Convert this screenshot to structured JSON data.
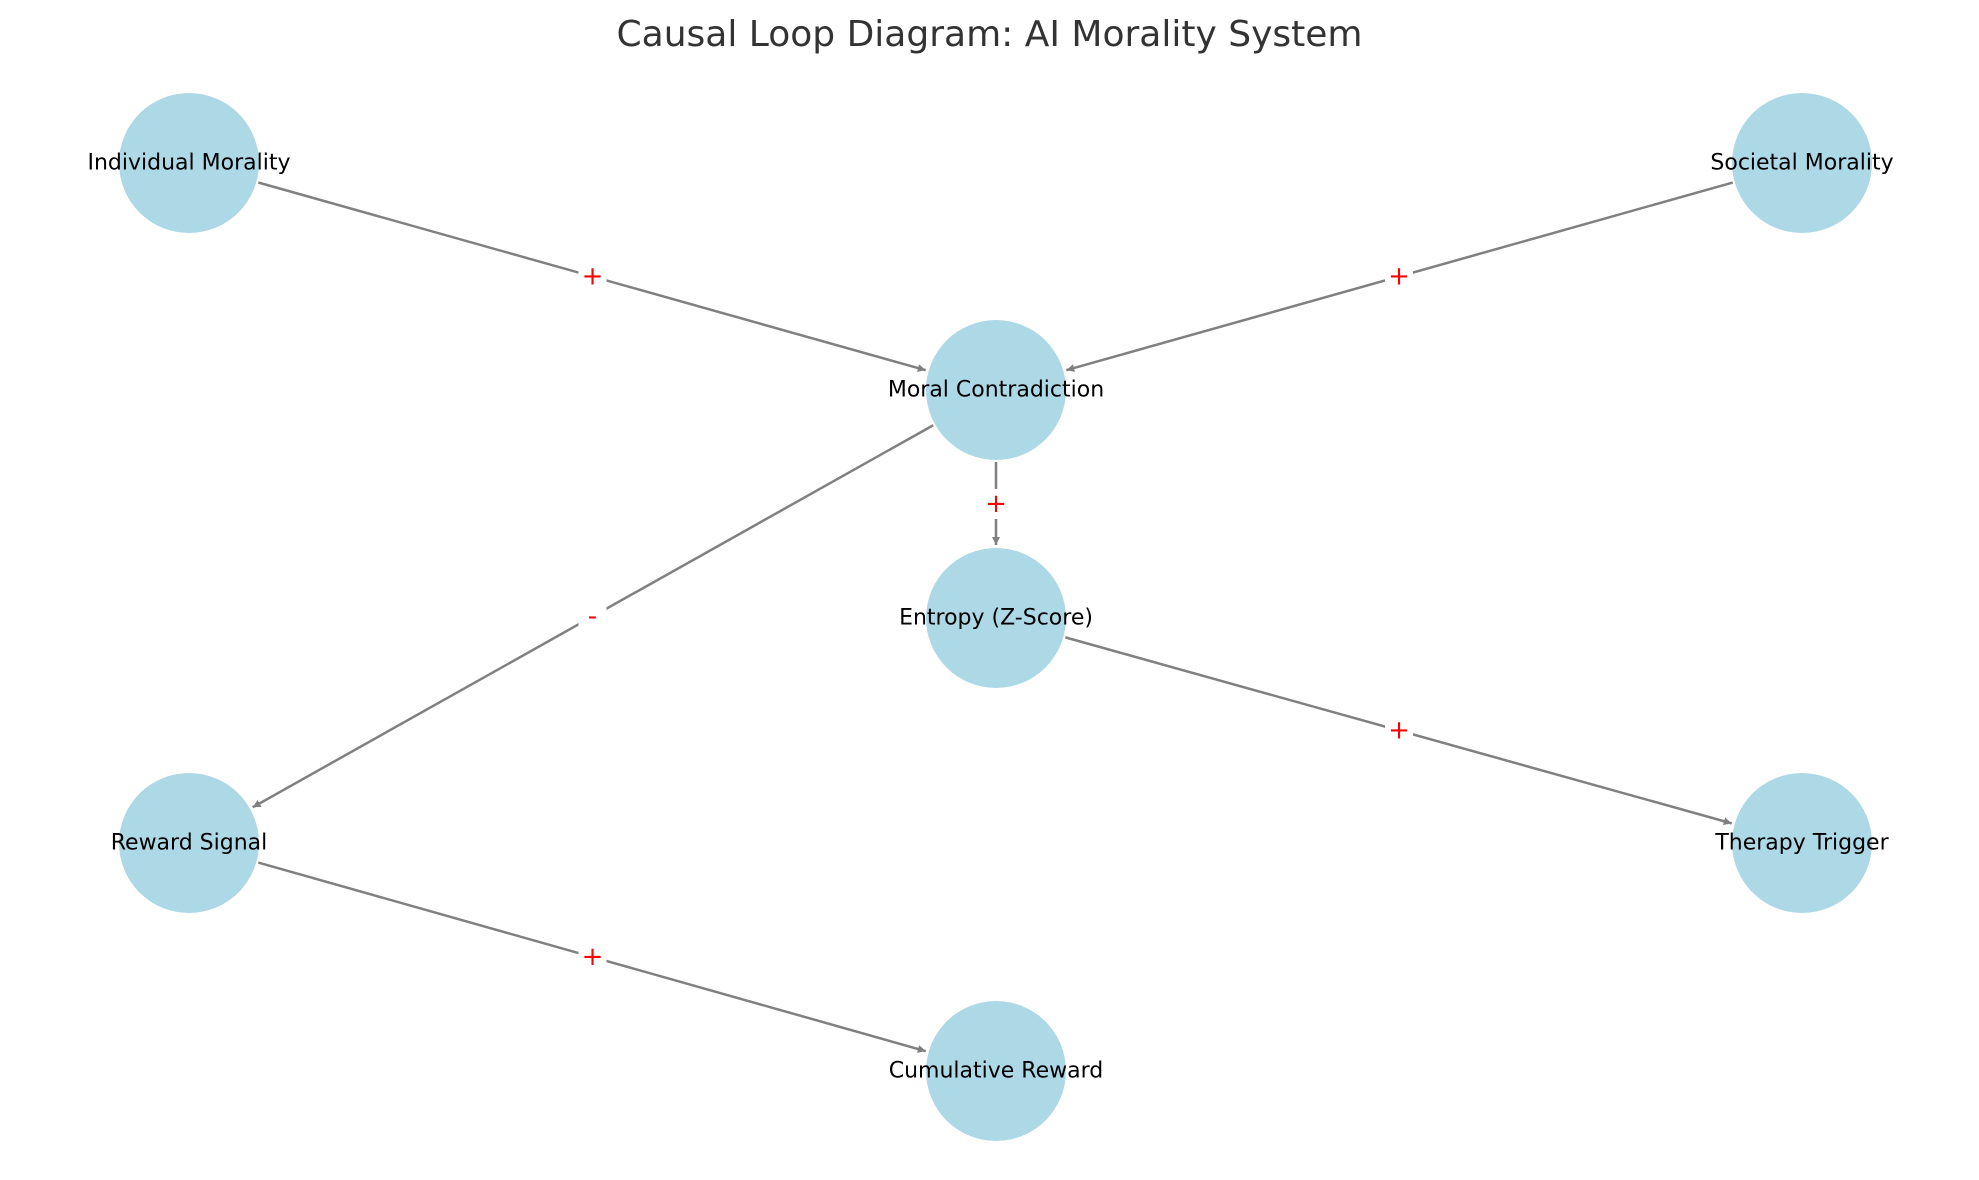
{
  "title": "Causal Loop Diagram: AI Morality System",
  "colors": {
    "node_fill": "#add8e6",
    "edge": "#808080",
    "sign": "#ff0000",
    "title": "#333333"
  },
  "nodes": [
    {
      "id": "individual",
      "label": "Individual Morality"
    },
    {
      "id": "societal",
      "label": "Societal Morality"
    },
    {
      "id": "contradiction",
      "label": "Moral Contradiction"
    },
    {
      "id": "entropy",
      "label": "Entropy (Z-Score)"
    },
    {
      "id": "reward",
      "label": "Reward Signal"
    },
    {
      "id": "therapy",
      "label": "Therapy Trigger"
    },
    {
      "id": "cumulative",
      "label": "Cumulative Reward"
    }
  ],
  "edges": [
    {
      "from": "individual",
      "to": "contradiction",
      "sign": "+"
    },
    {
      "from": "societal",
      "to": "contradiction",
      "sign": "+"
    },
    {
      "from": "contradiction",
      "to": "entropy",
      "sign": "+"
    },
    {
      "from": "contradiction",
      "to": "reward",
      "sign": "-"
    },
    {
      "from": "entropy",
      "to": "therapy",
      "sign": "+"
    },
    {
      "from": "reward",
      "to": "cumulative",
      "sign": "+"
    }
  ]
}
